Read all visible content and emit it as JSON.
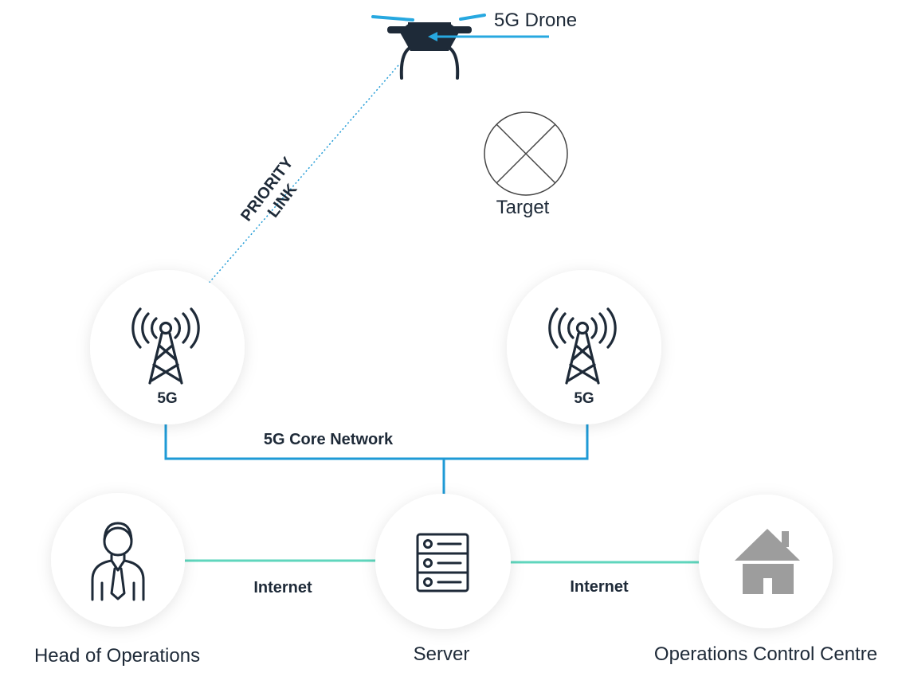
{
  "drone": {
    "label": "5G Drone",
    "icon": "drone-icon"
  },
  "target": {
    "label": "Target",
    "icon": "target-icon"
  },
  "priority_link": {
    "line1": "PRIORITY",
    "line2": "LINK"
  },
  "towers": [
    {
      "label": "5G",
      "icon": "cell-tower-icon"
    },
    {
      "label": "5G",
      "icon": "cell-tower-icon"
    }
  ],
  "core_network": {
    "label": "5G Core Network"
  },
  "nodes": {
    "head_of_operations": {
      "label": "Head of Operations",
      "icon": "person-icon"
    },
    "server": {
      "label": "Server",
      "icon": "server-icon"
    },
    "control_centre": {
      "label": "Operations Control Centre",
      "icon": "house-icon"
    }
  },
  "links": {
    "left": "Internet",
    "right": "Internet"
  },
  "colors": {
    "line_blue": "#1e9ad6",
    "line_teal": "#5fd6bd",
    "icon_dark": "#1e2a38",
    "drone_accent": "#27a8e0",
    "house_gray": "#9d9d9d"
  }
}
